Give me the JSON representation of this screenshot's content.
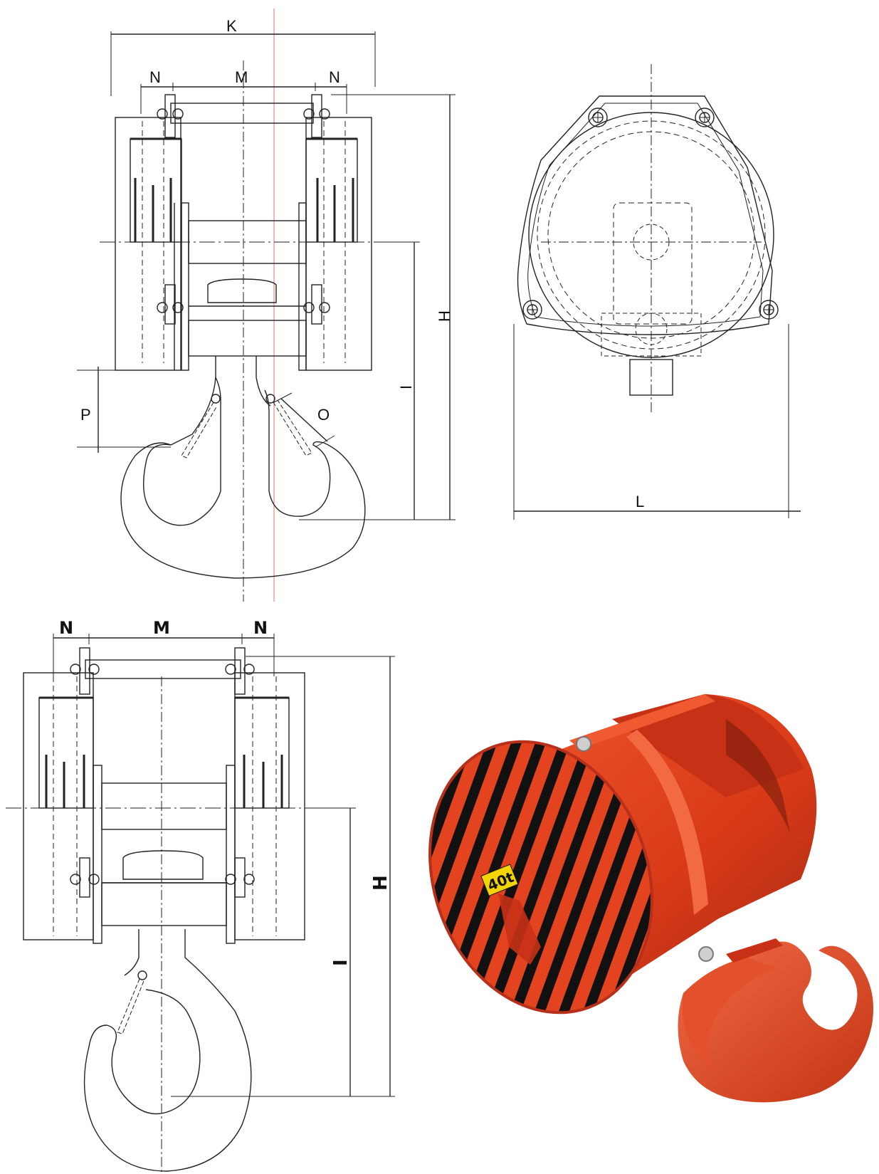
{
  "drawing_top_left": {
    "labels": {
      "K": "K",
      "N_left": "N",
      "M": "M",
      "N_right": "N",
      "H": "H",
      "I": "I",
      "P": "P",
      "O": "O"
    }
  },
  "drawing_top_right": {
    "labels": {
      "L": "L"
    }
  },
  "drawing_bottom_left": {
    "labels": {
      "N_left": "N",
      "M": "M",
      "N_right": "N",
      "H": "H",
      "I": "I"
    }
  },
  "photo": {
    "capacity_label": "40t",
    "colors": {
      "body": "#e3431e",
      "body_dark": "#b8301a",
      "stripe": "#111111",
      "label_bg": "#f4d400"
    }
  },
  "colors": {
    "line": "#222222",
    "centerline_red": "#e07070"
  }
}
